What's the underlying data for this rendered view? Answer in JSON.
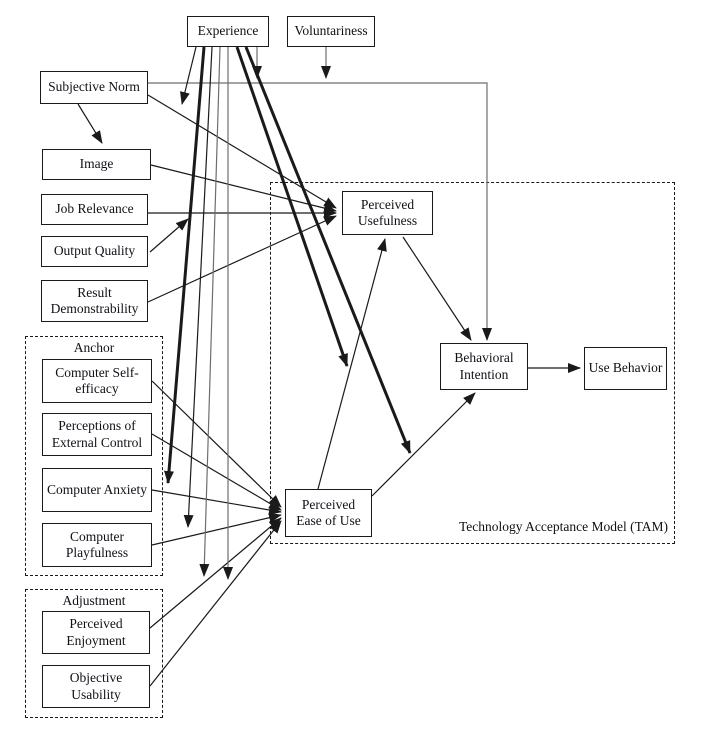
{
  "diagram": {
    "title": "Technology Acceptance Model (TAM)",
    "nodes": {
      "experience": {
        "label": "Experience"
      },
      "voluntariness": {
        "label": "Voluntariness"
      },
      "subjective_norm": {
        "label": "Subjective Norm"
      },
      "image": {
        "label": "Image"
      },
      "job_relevance": {
        "label": "Job Relevance"
      },
      "output_quality": {
        "label": "Output Quality"
      },
      "result_demonstrability": {
        "label": "Result Demonstrability"
      },
      "computer_self_efficacy": {
        "label": "Computer Self-efficacy"
      },
      "perceptions_of_external_control": {
        "label": "Perceptions of External Control"
      },
      "computer_anxiety": {
        "label": "Computer Anxiety"
      },
      "computer_playfulness": {
        "label": "Computer Playfulness"
      },
      "perceived_enjoyment": {
        "label": "Perceived Enjoyment"
      },
      "objective_usability": {
        "label": "Objective Usability"
      },
      "perceived_usefulness": {
        "label": "Perceived Usefulness"
      },
      "perceived_ease_of_use": {
        "label": "Perceived Ease of Use"
      },
      "behavioral_intention": {
        "label": "Behavioral Intention"
      },
      "use_behavior": {
        "label": "Use Behavior"
      }
    },
    "groups": {
      "anchor": "Anchor",
      "adjustment": "Adjustment"
    },
    "edges": [
      {
        "from": "subjective_norm",
        "to": "image",
        "type": "direct",
        "weight": "thin"
      },
      {
        "from": "subjective_norm",
        "to": "perceived_usefulness",
        "type": "direct",
        "weight": "thin"
      },
      {
        "from": "subjective_norm",
        "to": "behavioral_intention",
        "type": "direct",
        "weight": "thin"
      },
      {
        "from": "image",
        "to": "perceived_usefulness",
        "type": "direct",
        "weight": "thin"
      },
      {
        "from": "job_relevance",
        "to": "perceived_usefulness",
        "type": "direct",
        "weight": "thin"
      },
      {
        "from": "output_quality",
        "to": "job_relevance->perceived_usefulness",
        "type": "moderation",
        "weight": "thin"
      },
      {
        "from": "result_demonstrability",
        "to": "perceived_usefulness",
        "type": "direct",
        "weight": "thin"
      },
      {
        "from": "computer_self_efficacy",
        "to": "perceived_ease_of_use",
        "type": "direct",
        "weight": "thin"
      },
      {
        "from": "perceptions_of_external_control",
        "to": "perceived_ease_of_use",
        "type": "direct",
        "weight": "thin"
      },
      {
        "from": "computer_anxiety",
        "to": "perceived_ease_of_use",
        "type": "direct",
        "weight": "thin"
      },
      {
        "from": "computer_playfulness",
        "to": "perceived_ease_of_use",
        "type": "direct",
        "weight": "thin"
      },
      {
        "from": "perceived_enjoyment",
        "to": "perceived_ease_of_use",
        "type": "direct",
        "weight": "thin"
      },
      {
        "from": "objective_usability",
        "to": "perceived_ease_of_use",
        "type": "direct",
        "weight": "thin"
      },
      {
        "from": "perceived_ease_of_use",
        "to": "perceived_usefulness",
        "type": "direct",
        "weight": "thin"
      },
      {
        "from": "perceived_usefulness",
        "to": "behavioral_intention",
        "type": "direct",
        "weight": "thin"
      },
      {
        "from": "perceived_ease_of_use",
        "to": "behavioral_intention",
        "type": "direct",
        "weight": "thin"
      },
      {
        "from": "behavioral_intention",
        "to": "use_behavior",
        "type": "direct",
        "weight": "thin"
      },
      {
        "from": "experience",
        "to": "subjective_norm->perceived_usefulness",
        "type": "moderation",
        "weight": "thin"
      },
      {
        "from": "experience",
        "to": "subjective_norm->behavioral_intention",
        "type": "moderation",
        "weight": "thin"
      },
      {
        "from": "experience",
        "to": "computer_anxiety->perceived_ease_of_use",
        "type": "moderation",
        "weight": "thick"
      },
      {
        "from": "experience",
        "to": "computer_playfulness->perceived_ease_of_use",
        "type": "moderation",
        "weight": "thin"
      },
      {
        "from": "experience",
        "to": "perceived_enjoyment->perceived_ease_of_use",
        "type": "moderation",
        "weight": "thin"
      },
      {
        "from": "experience",
        "to": "objective_usability->perceived_ease_of_use",
        "type": "moderation",
        "weight": "thin"
      },
      {
        "from": "experience",
        "to": "perceived_ease_of_use->perceived_usefulness",
        "type": "moderation",
        "weight": "thick"
      },
      {
        "from": "experience",
        "to": "perceived_ease_of_use->behavioral_intention",
        "type": "moderation",
        "weight": "thick"
      },
      {
        "from": "voluntariness",
        "to": "subjective_norm->behavioral_intention",
        "type": "moderation",
        "weight": "thin"
      }
    ]
  }
}
